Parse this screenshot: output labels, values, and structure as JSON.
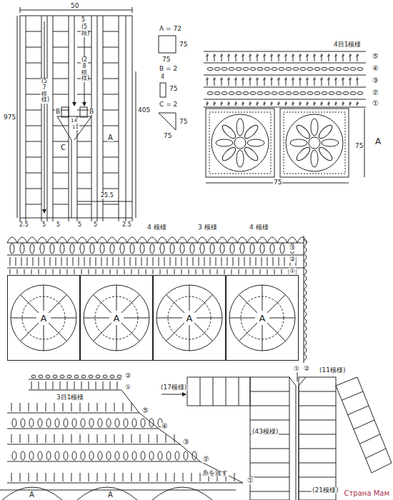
{
  "diagram": {
    "nodes": [
      {
        "text": [
          "A"
        ]
      },
      {
        "text": [
          "A"
        ]
      },
      {
        "text": [
          "A"
        ]
      },
      {
        "text": [
          "A"
        ]
      }
    ],
    "labels": [
      "50",
      "5",
      "(5段)",
      "(28模様)",
      "(57模様)",
      "975",
      "405",
      "B",
      "B",
      "14",
      "11",
      "C",
      "A",
      "25.5",
      "2.5",
      "5",
      "5",
      "5",
      "5",
      "2.5",
      "A = 72",
      "75",
      "75",
      "B = 2",
      "4",
      "75",
      "C = 2",
      "75",
      "75",
      "4目1模様",
      "⑤",
      "④",
      "③",
      "②",
      "①",
      "A",
      "75",
      "75",
      "4 模様",
      "3 模様",
      "4 模様",
      "③",
      "②",
      "①",
      "①",
      "②",
      "②",
      "①",
      "3目1模様",
      "⑤",
      "④",
      "③",
      "②",
      "糸を渡す",
      "①",
      "A",
      "A",
      "(17模様)",
      "(11模様)",
      "(43模様)",
      "(21模様)",
      "Страна Мам"
    ]
  }
}
